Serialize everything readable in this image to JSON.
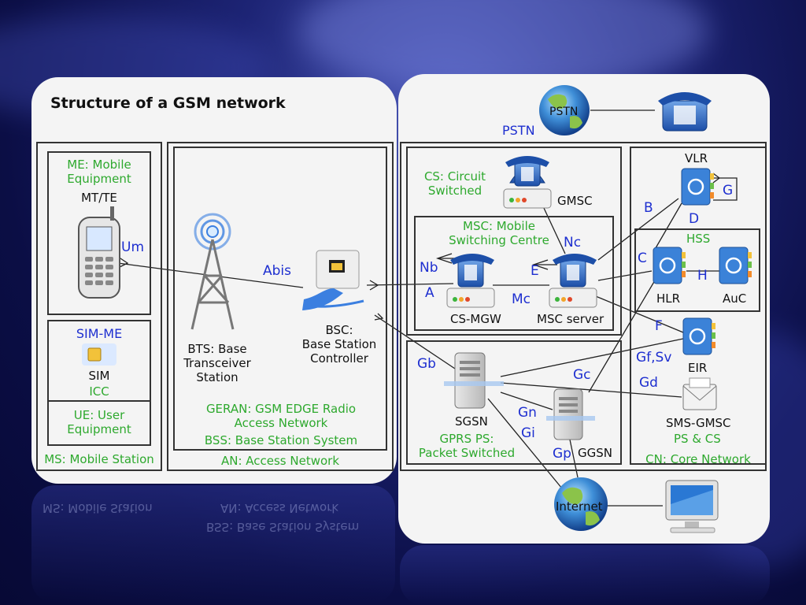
{
  "title": "Structure of a GSM network",
  "ms": {
    "me_label": "ME: Mobile\nEquipment",
    "mt_te": "MT/TE",
    "um": "Um",
    "sim_me": "SIM-ME",
    "sim": "SIM",
    "icc": "ICC",
    "ue": "UE: User\nEquipment",
    "ms_label": "MS: Mobile Station"
  },
  "an": {
    "abis": "Abis",
    "bts": "BTS: Base\nTransceiver\nStation",
    "bsc": "BSC:\nBase Station\nController",
    "geran": "GERAN: GSM EDGE Radio\nAccess Network",
    "bss": "BSS: Base Station System",
    "an_label": "AN: Access Network"
  },
  "cs": {
    "pstn": "PSTN",
    "pstn_link": "PSTN",
    "cs_label": "CS: Circuit\nSwitched",
    "gmsc": "GMSC",
    "msc_label": "MSC: Mobile\nSwitching Centre",
    "nc": "Nc",
    "nb": "Nb",
    "e": "E",
    "a": "A",
    "mc": "Mc",
    "cs_mgw": "CS-MGW",
    "msc_server": "MSC server"
  },
  "ps": {
    "gb": "Gb",
    "sgsn": "SGSN",
    "gprs": "GPRS PS:\nPacket Switched",
    "gn": "Gn",
    "gi": "Gi",
    "gp": "Gp",
    "ggsn": "GGSN",
    "gc": "Gc",
    "internet": "Internet"
  },
  "cn": {
    "vlr": "VLR",
    "g": "G",
    "b": "B",
    "d": "D",
    "hss": "HSS",
    "c": "C",
    "h": "H",
    "hlr": "HLR",
    "auc": "AuC",
    "f": "F",
    "gf_sv": "Gf,Sv",
    "eir": "EIR",
    "gd": "Gd",
    "sms_gmsc": "SMS-GMSC",
    "ps_cs": "PS & CS",
    "cn_label": "CN: Core Network"
  },
  "colors": {
    "label_green": "#2ea92e",
    "interface_blue": "#1e2fd0"
  }
}
